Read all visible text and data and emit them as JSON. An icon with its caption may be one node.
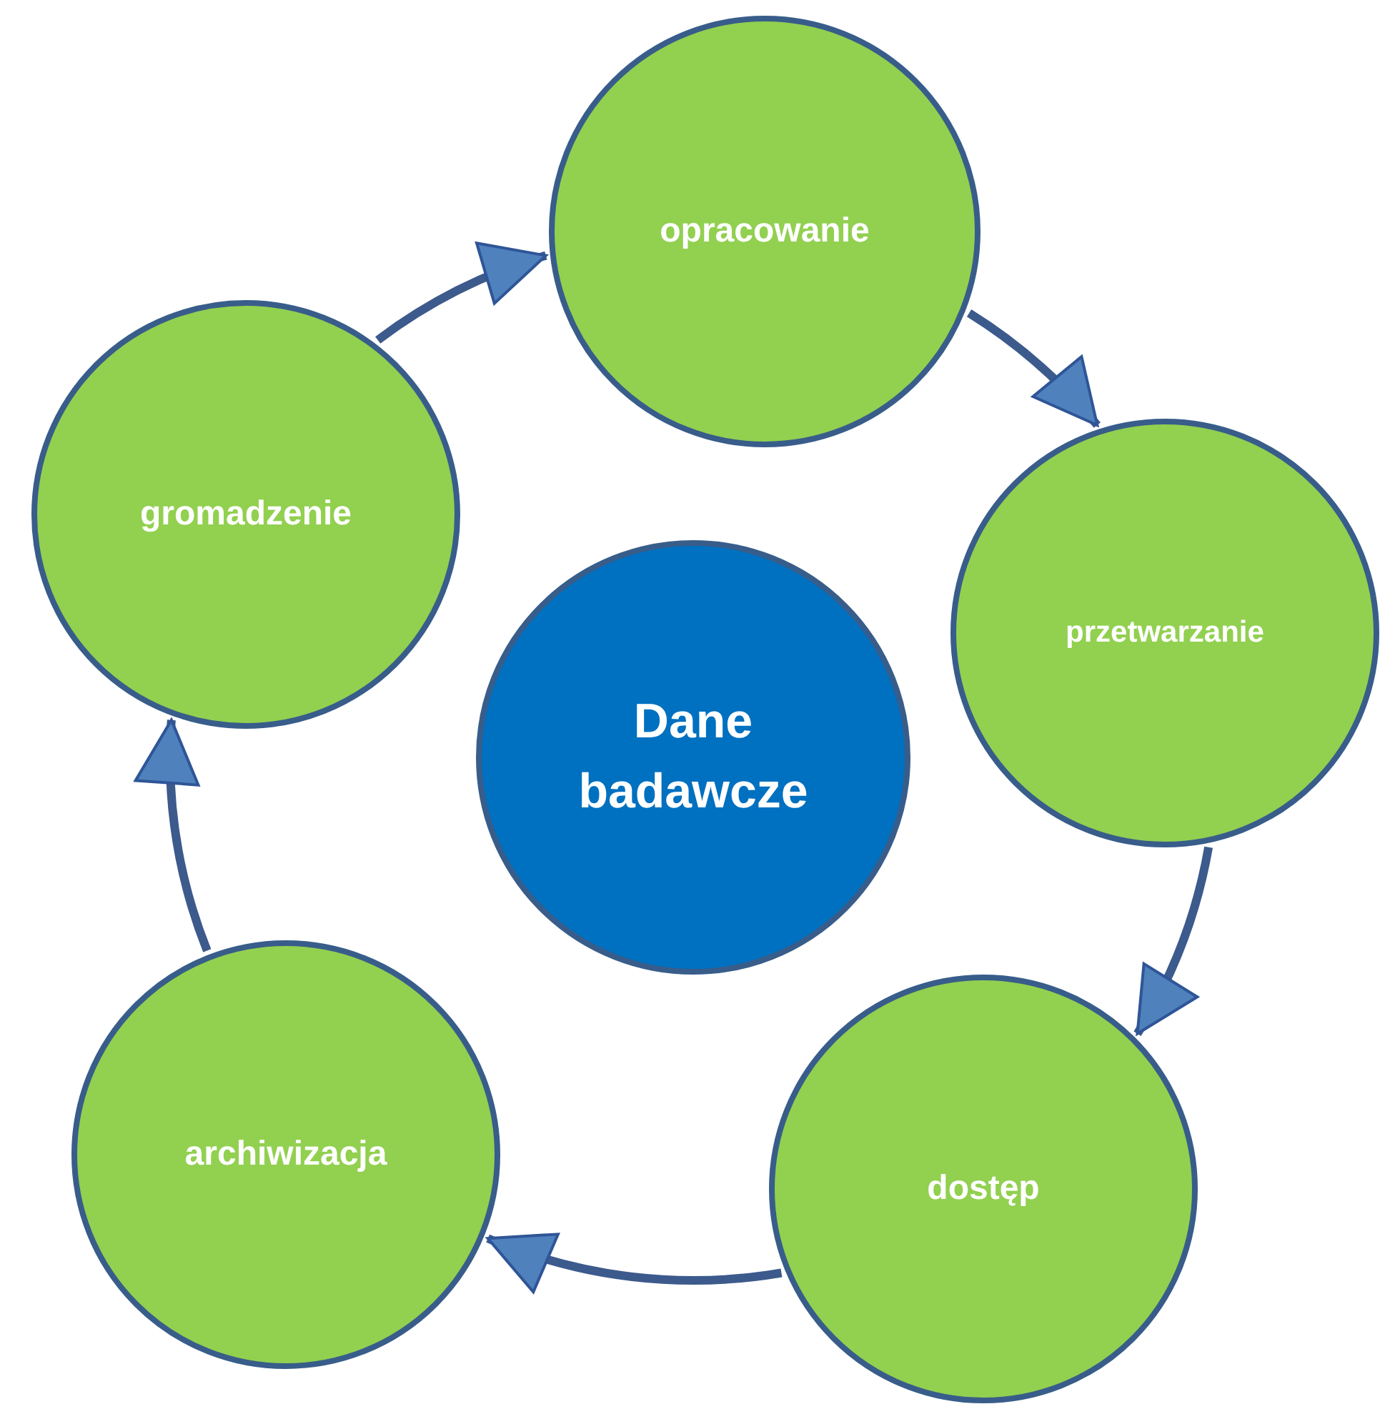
{
  "diagram": {
    "nodes": [
      {
        "text": [
          "Dane badawcze"
        ]
      },
      {
        "text": [
          "opracowanie"
        ]
      },
      {
        "text": [
          "przetwarzanie"
        ]
      },
      {
        "text": [
          "dostęp"
        ]
      },
      {
        "text": [
          "archiwizacja"
        ]
      },
      {
        "text": [
          "gromadzenie"
        ]
      }
    ],
    "edges": [
      {
        "from": 5,
        "to": 1,
        "arrow": "to"
      },
      {
        "from": 1,
        "to": 2,
        "arrow": "to"
      },
      {
        "from": 2,
        "to": 3,
        "arrow": "to"
      },
      {
        "from": 3,
        "to": 4,
        "arrow": "to"
      },
      {
        "from": 4,
        "to": 5,
        "arrow": "to"
      }
    ]
  }
}
